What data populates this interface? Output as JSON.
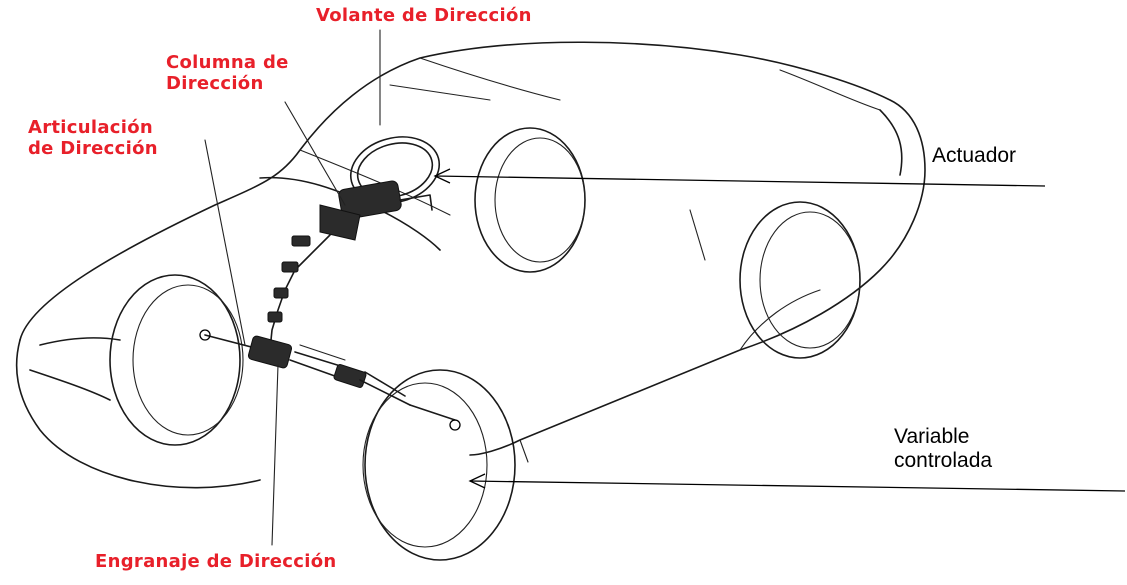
{
  "labels": {
    "volante": "Volante de Dirección",
    "columna": [
      "Columna de",
      "Dirección"
    ],
    "articulacion": [
      "Articulación",
      "de Dirección"
    ],
    "engranaje": "Engranaje de Dirección",
    "actuador": "Actuador",
    "variable": [
      "Variable",
      "controlada"
    ]
  },
  "colors": {
    "part_label": "#e8202a",
    "annotation": "#000000",
    "drawing": "#1a1a1a"
  }
}
